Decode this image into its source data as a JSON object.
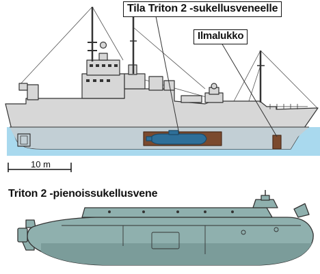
{
  "callouts": {
    "submarine_hangar": "Tila Triton 2 -sukellusveneelle",
    "air_lock": "Ilmalukko"
  },
  "scale_bar": {
    "label": "10 m"
  },
  "lower_section": {
    "title": "Triton 2 -pienoissukellusvene"
  },
  "colors": {
    "water": "#a9d9ee",
    "ship_hull": "#d7d7d7",
    "ship_deck": "#c6c6c6",
    "outline": "#333333",
    "submarine_in_ship": "#2e6f99",
    "hangar": "#7b4a2e",
    "minisub": "#8fb0ae",
    "minisub_shadow": "#6e8f8d"
  }
}
